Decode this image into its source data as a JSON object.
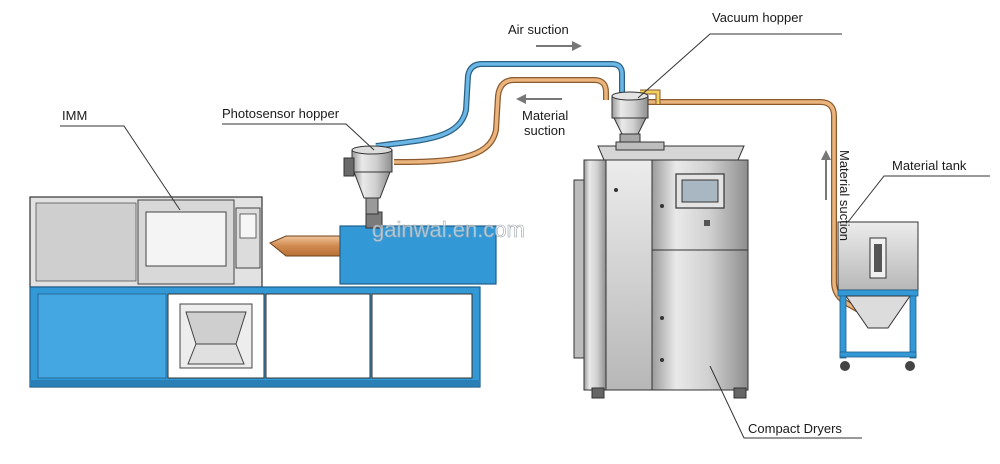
{
  "labels": {
    "imm": "IMM",
    "photosensor_hopper": "Photosensor hopper",
    "air_suction": "Air suction",
    "vacuum_hopper": "Vacuum hopper",
    "material_suction_line1": "Material",
    "material_suction_line2": "suction",
    "material_suction_vertical": "Material suction",
    "material_tank": "Material tank",
    "compact_dryers": "Compact Dryers"
  },
  "watermark": "gainwal.en.com",
  "colors": {
    "air_pipe": "#3a8fc4",
    "material_pipe": "#d9a066",
    "machine_blue": "#3399d6",
    "steel_light": "#e6e6e6",
    "steel_mid": "#c4c4c4",
    "steel_dark": "#8c8c8c",
    "outline": "#333333",
    "arrow": "#777777"
  },
  "icons": [
    "arrow-right-icon",
    "arrow-left-icon",
    "arrow-up-icon"
  ]
}
